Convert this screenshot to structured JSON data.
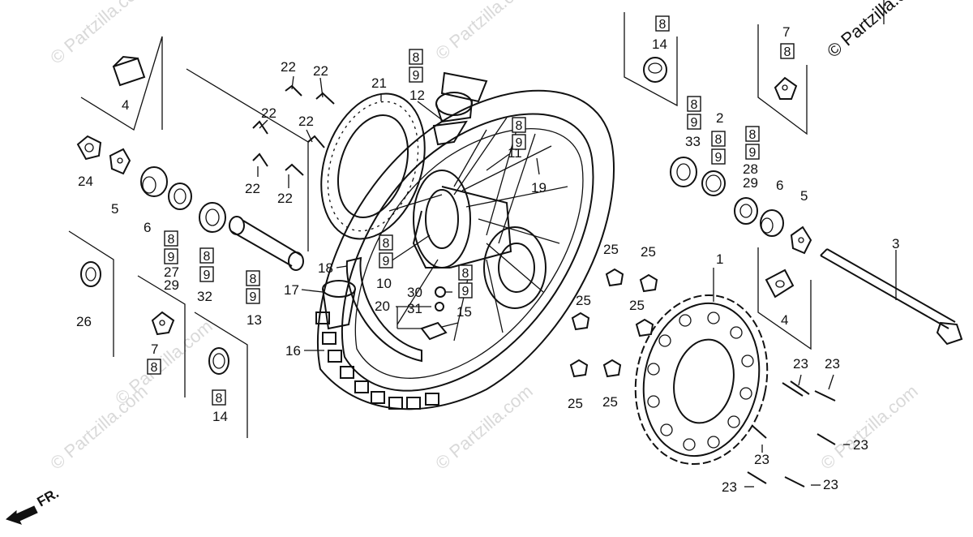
{
  "copyright": "© Partzilla.com",
  "watermark": "© Partzilla.com",
  "direction_label": "FR.",
  "labels": {
    "p1": "1",
    "p2": "2",
    "p3": "3",
    "p4a": "4",
    "p4b": "4",
    "p5a": "5",
    "p5b": "5",
    "p6a": "6",
    "p6b": "6",
    "p7a": "7",
    "p7b": "7",
    "p10": "10",
    "p11": "11",
    "p12": "12",
    "p13": "13",
    "p14a": "14",
    "p14b": "14",
    "p15": "15",
    "p16": "16",
    "p17": "17",
    "p18": "18",
    "p19": "19",
    "p20": "20",
    "p21": "21",
    "p22": "22",
    "p23": "23",
    "p24": "24",
    "p25": "25",
    "p26": "26",
    "p27": "27",
    "p28": "28",
    "p29": "29",
    "p30": "30",
    "p31": "31",
    "p32": "32",
    "p33": "33"
  },
  "boxes": {
    "b8": "8",
    "b9": "9"
  }
}
